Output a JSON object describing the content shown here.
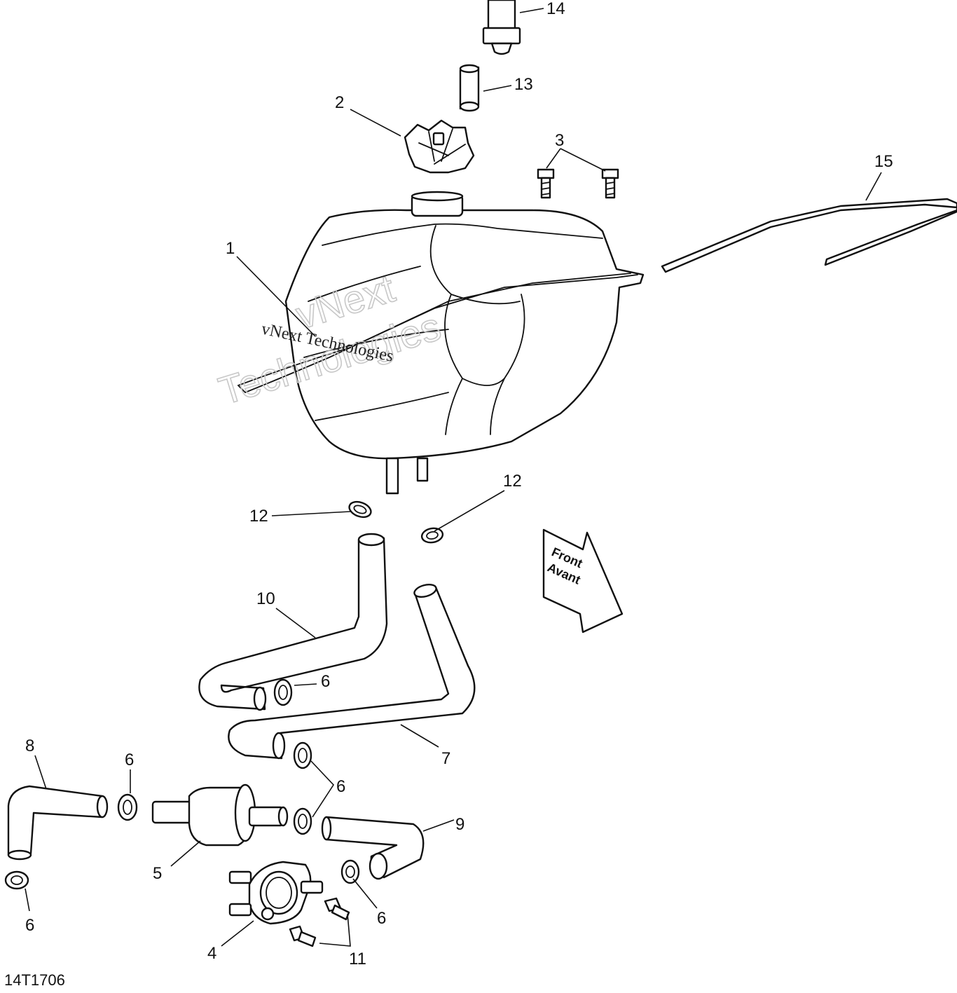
{
  "callouts": {
    "c1": "1",
    "c2": "2",
    "c3": "3",
    "c4": "4",
    "c5": "5",
    "c6a": "6",
    "c6b": "6",
    "c6c": "6",
    "c6d": "6",
    "c6e": "6",
    "c7": "7",
    "c8": "8",
    "c9": "9",
    "c10": "10",
    "c11": "11",
    "c12a": "12",
    "c12b": "12",
    "c13": "13",
    "c14": "14",
    "c15": "15"
  },
  "direction": {
    "line1": "Front",
    "line2": "Avant"
  },
  "watermark": {
    "line1": "vNext Technologies",
    "line2a": "vNext",
    "line2b": "Technologies"
  },
  "figure_code": "14T1706"
}
